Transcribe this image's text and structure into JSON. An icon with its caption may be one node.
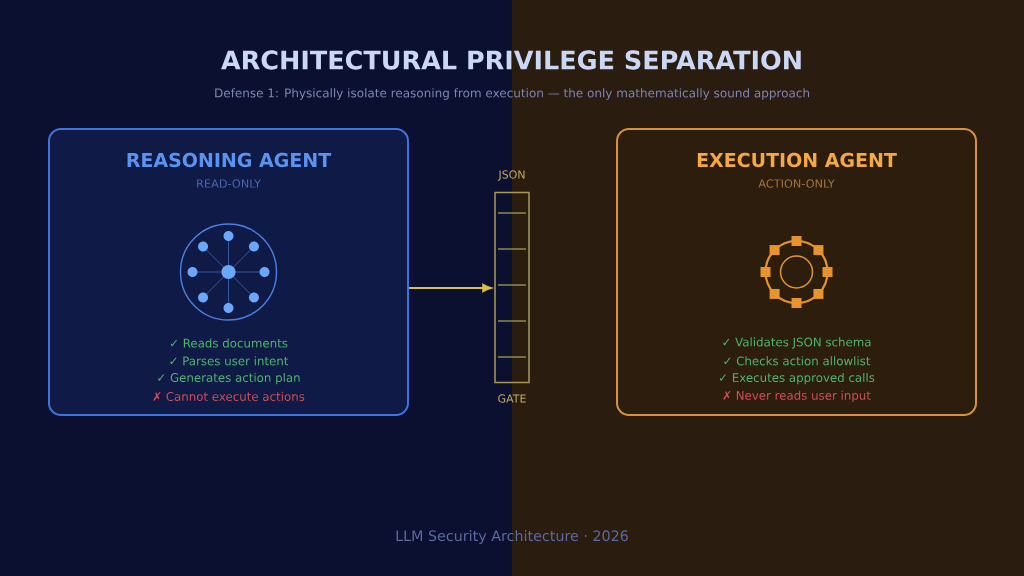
{
  "diagram": {
    "title": "ARCHITECTURAL PRIVILEGE SEPARATION",
    "nodes": [
      {
        "text": [
          "REASONING AGENT",
          "READ-ONLY",
          "✓ Reads documents",
          "✓ Parses user intent",
          "✓ Generates action plan",
          "✗ Cannot execute actions"
        ]
      },
      {
        "text": [
          "JSON",
          "GATE"
        ]
      },
      {
        "text": [
          "EXECUTION AGENT",
          "ACTION-ONLY",
          "✓ Validates JSON schema",
          "✓ Checks action allowlist",
          "✓ Executes approved calls",
          "✗ Never reads user input"
        ]
      }
    ],
    "edges": [
      {
        "from": 0,
        "to": 1,
        "arrow": "to"
      }
    ],
    "labels": [
      "Defense 1: Physically isolate reasoning from execution — the only mathematically sound approach",
      "LLM Security Architecture · 2026"
    ]
  }
}
